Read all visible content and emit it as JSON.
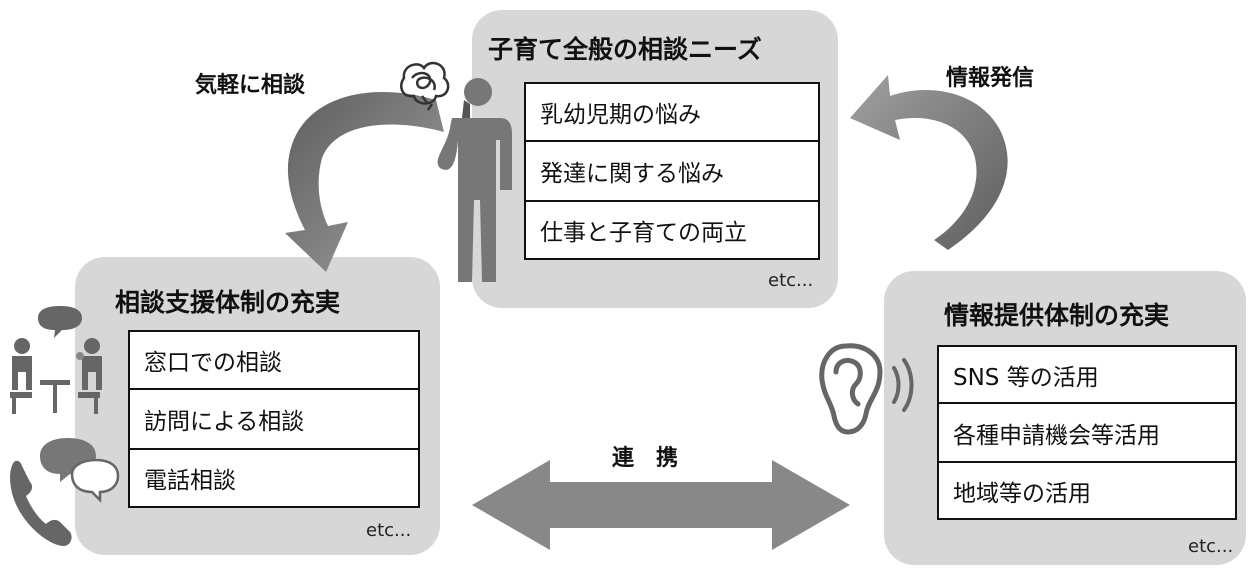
{
  "top_panel": {
    "title": "子育て全般の相談ニーズ",
    "items": [
      "乳幼児期の悩み",
      "発達に関する悩み",
      "仕事と子育ての両立"
    ],
    "etc": "etc..."
  },
  "left_panel": {
    "title": "相談支援体制の充実",
    "items": [
      "窓口での相談",
      "訪問による相談",
      "電話相談"
    ],
    "etc": "etc..."
  },
  "right_panel": {
    "title": "情報提供体制の充実",
    "items": [
      "SNS 等の活用",
      "各種申請機会等活用",
      "地域等の活用"
    ],
    "etc": "etc..."
  },
  "arrows": {
    "left_label": "気軽に相談",
    "right_label": "情報発信",
    "bottom_label": "連　携"
  },
  "icons": [
    "person-thinking-icon",
    "tangled-thought-icon",
    "consultation-people-icon",
    "phone-chat-icon",
    "ear-icon"
  ],
  "colors": {
    "panel": "#d7d7d7",
    "arrow": "#8c8c8c",
    "arrow_dark": "#666666",
    "border": "#111111"
  }
}
